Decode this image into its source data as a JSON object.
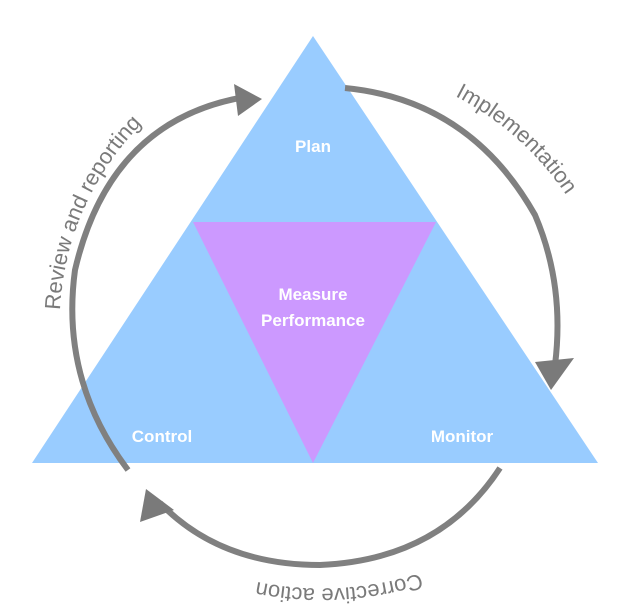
{
  "diagram": {
    "center_label": {
      "line1": "Measure",
      "line2": "Performance"
    },
    "nodes": {
      "top": "Plan",
      "bottom_left": "Control",
      "bottom_right": "Monitor"
    },
    "cycle": {
      "top_right": "Implementation",
      "bottom": "Corrective action",
      "top_left": "Review and reporting"
    },
    "colors": {
      "outer_triangle": "#99ccff",
      "inner_triangle": "#cc99ff",
      "cycle_arrows": "#808080",
      "label_text": "#ffffff"
    }
  }
}
